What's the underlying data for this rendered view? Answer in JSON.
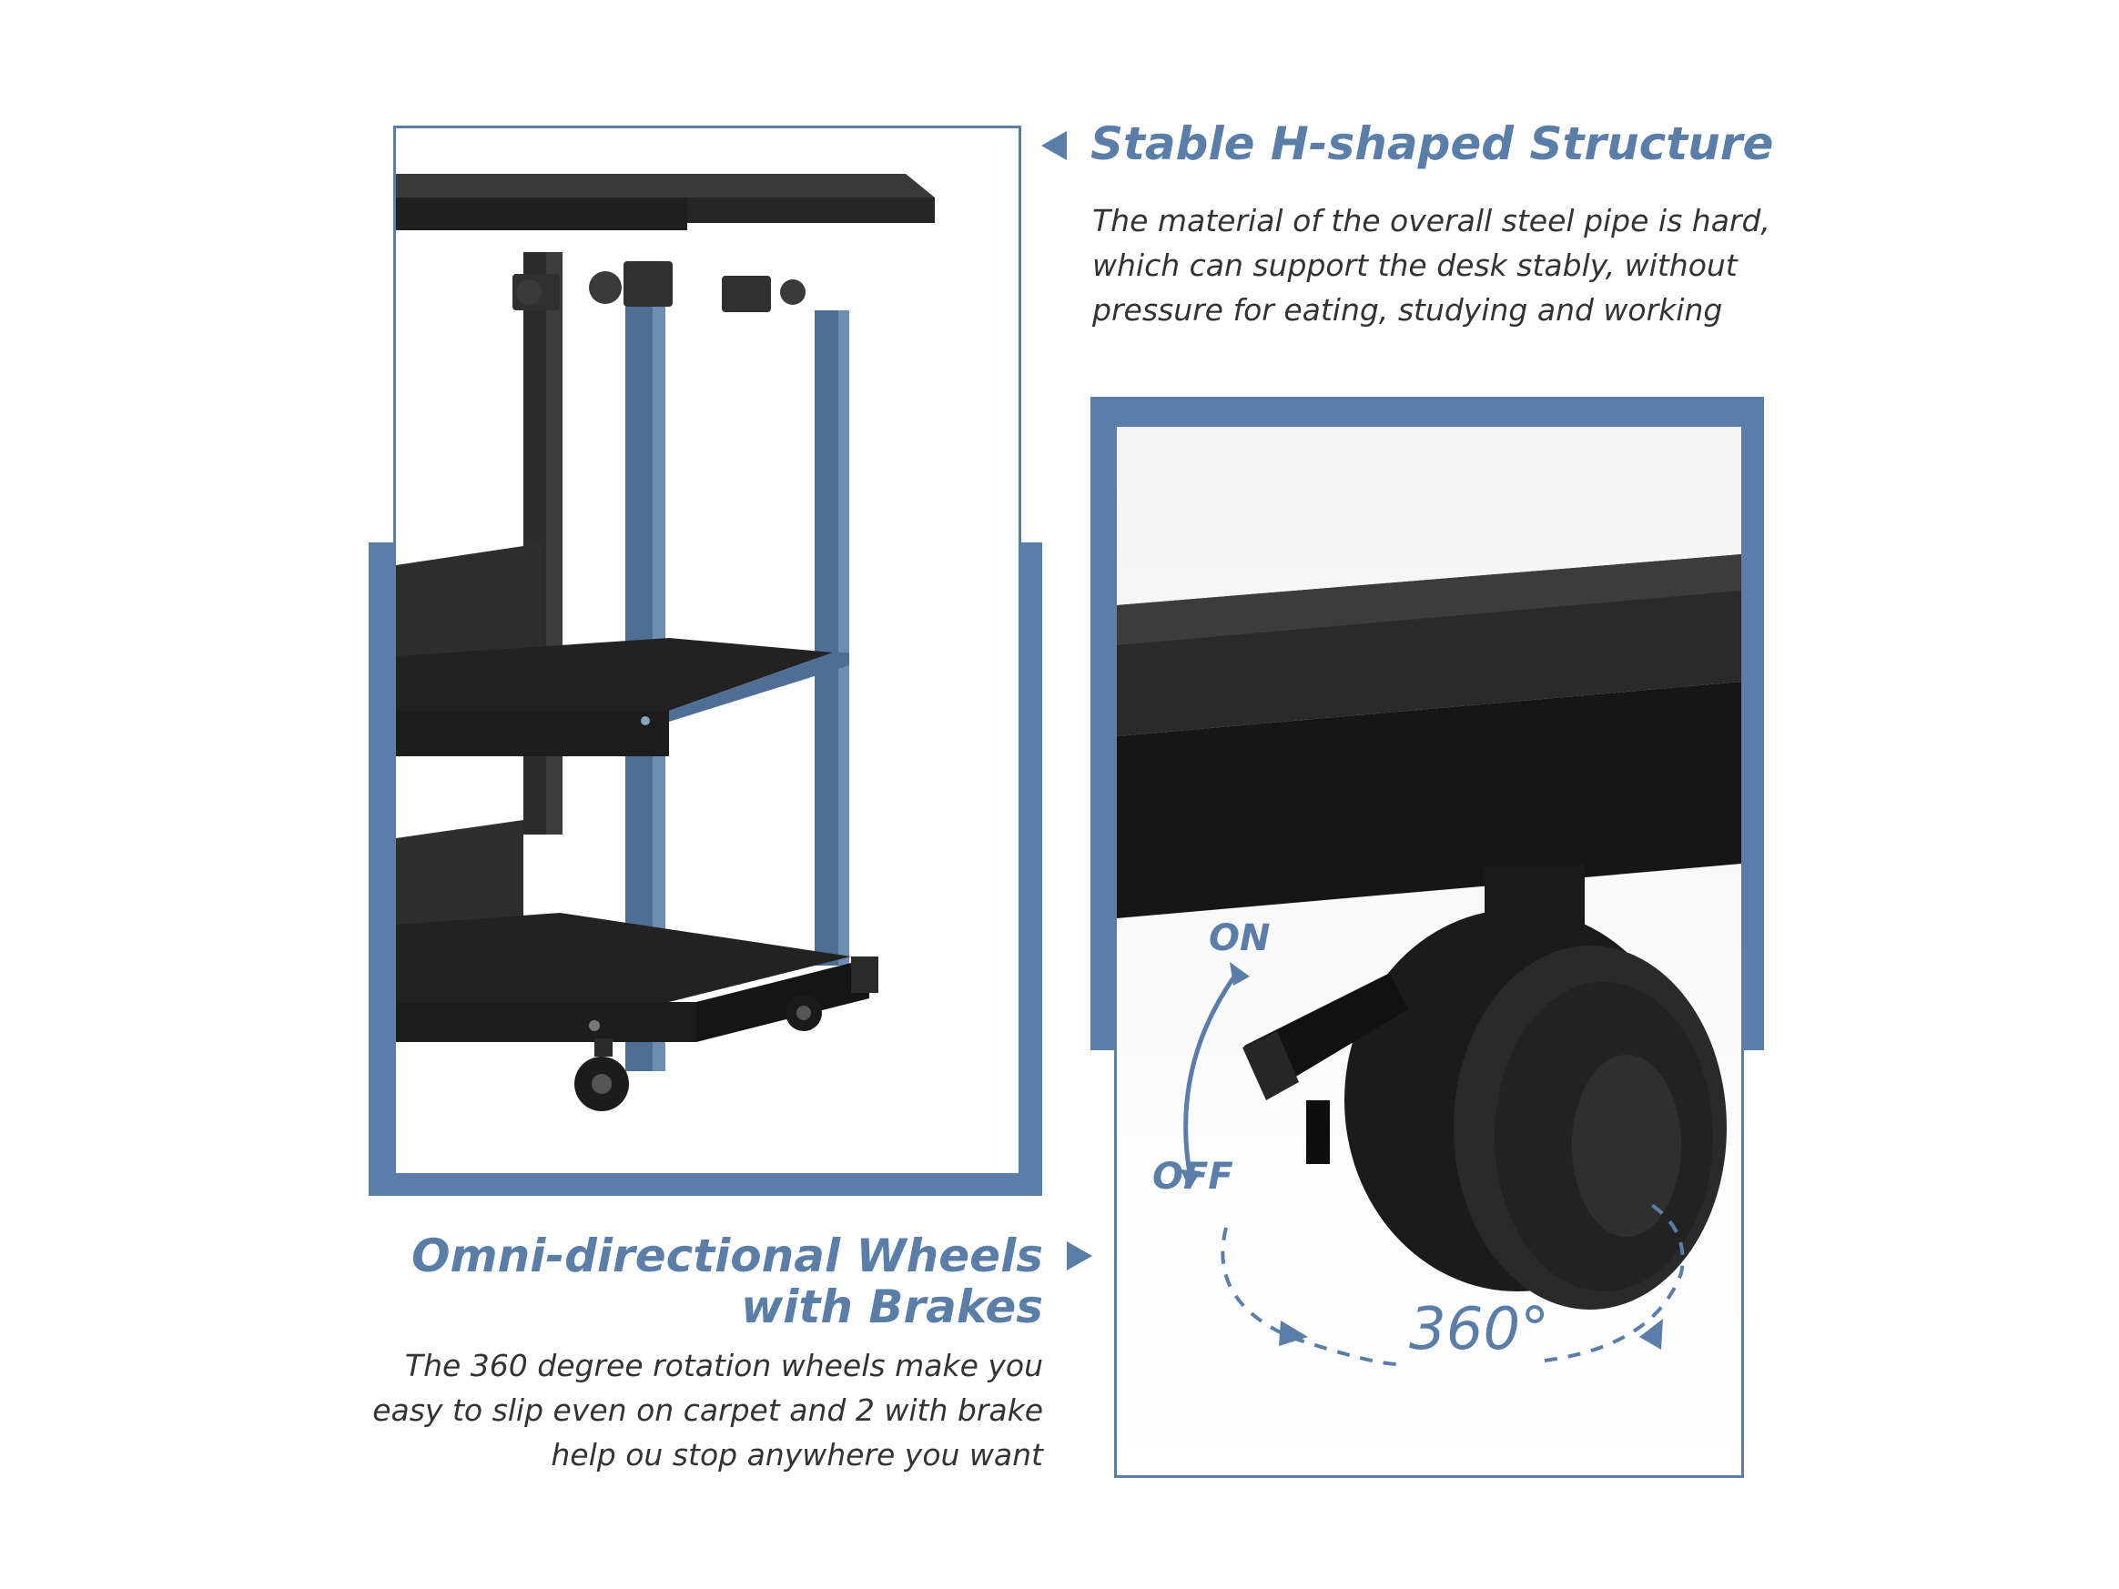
{
  "colors": {
    "accent": "#5a7ea8",
    "text": "#333333",
    "frame_border": "#5a7ea8"
  },
  "feature_1": {
    "heading": "Stable H-shaped Structure",
    "description_lines": [
      "The material of the overall steel pipe is hard,",
      "which can support the desk stably, without",
      "pressure for eating, studying and working"
    ],
    "pointer_icon": "triangle-left-icon"
  },
  "feature_2": {
    "heading_lines": [
      "Omni-directional Wheels",
      "with Brakes"
    ],
    "description_lines": [
      "The 360 degree rotation wheels make you",
      "easy to slip even on carpet and 2 with brake",
      "help ou stop anywhere you want"
    ],
    "pointer_icon": "triangle-right-icon"
  },
  "wheel_overlay": {
    "on_label": "ON",
    "off_label": "OFF",
    "rotation_label": "360°"
  }
}
